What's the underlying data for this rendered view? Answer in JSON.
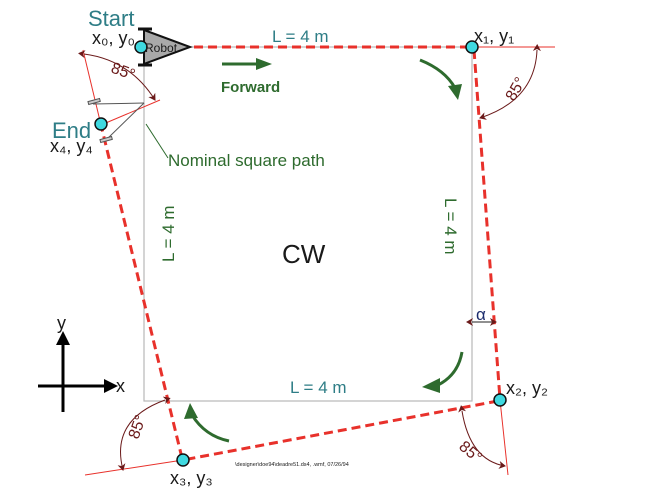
{
  "diagram": {
    "title_start": "Start",
    "title_end": "End",
    "robot_label": "Robot",
    "forward_label": "Forward",
    "nominal_path_label": "Nominal square path",
    "direction_label": "CW",
    "side_top": "L = 4 m",
    "side_right": "L = 4 m",
    "side_bottom": "L = 4 m",
    "side_left": "L = 4 m",
    "corners": {
      "c0": "x₀, y₀",
      "c1": "x₁, y₁",
      "c2": "x₂, y₂",
      "c3": "x₃, y₃",
      "c4": "x₄, y₄"
    },
    "angles": {
      "a_start": "85°",
      "a1": "85°",
      "a2": "85°",
      "a3": "85°"
    },
    "alpha_label": "α",
    "axis_x": "x",
    "axis_y": "y",
    "footer": "\\designer\\doe94\\deadre51.ds4, .wmf,  07/26/94",
    "colors": {
      "path_red": "#e8312b",
      "nominal_gray": "#b0b0b0",
      "arrow_green": "#2e6b2e",
      "label_teal": "#2e7d86",
      "marker_cyan": "#3fd9e0",
      "angle_maroon": "#6b1a1a",
      "robot_gray": "#a9a9a9"
    }
  }
}
